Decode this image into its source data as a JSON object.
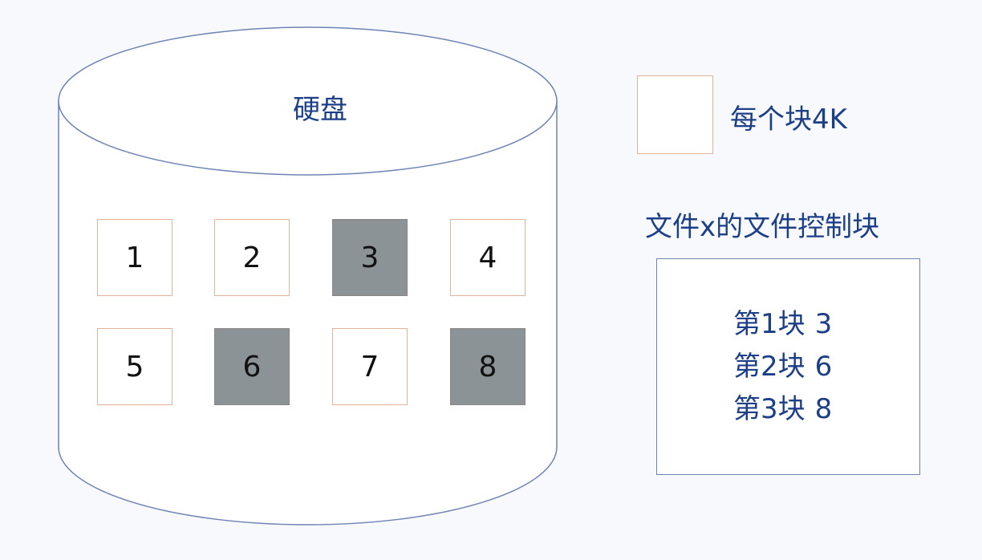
{
  "disk": {
    "label": "硬盘",
    "blocks": [
      {
        "number": "1",
        "used": false
      },
      {
        "number": "2",
        "used": false
      },
      {
        "number": "3",
        "used": true
      },
      {
        "number": "4",
        "used": false
      },
      {
        "number": "5",
        "used": false
      },
      {
        "number": "6",
        "used": true
      },
      {
        "number": "7",
        "used": false
      },
      {
        "number": "8",
        "used": true
      }
    ]
  },
  "legend": {
    "text": "每个块4K"
  },
  "file_control_block": {
    "title": "文件x的文件控制块",
    "entries": [
      {
        "label": "第1块",
        "value": "3"
      },
      {
        "label": "第2块",
        "value": "6"
      },
      {
        "label": "第3块",
        "value": "8"
      }
    ]
  },
  "colors": {
    "text_blue": "#1c3f87",
    "block_border": "#e2b39a",
    "used_block_fill": "#8c9396",
    "outline_blue": "#6f83b4"
  }
}
